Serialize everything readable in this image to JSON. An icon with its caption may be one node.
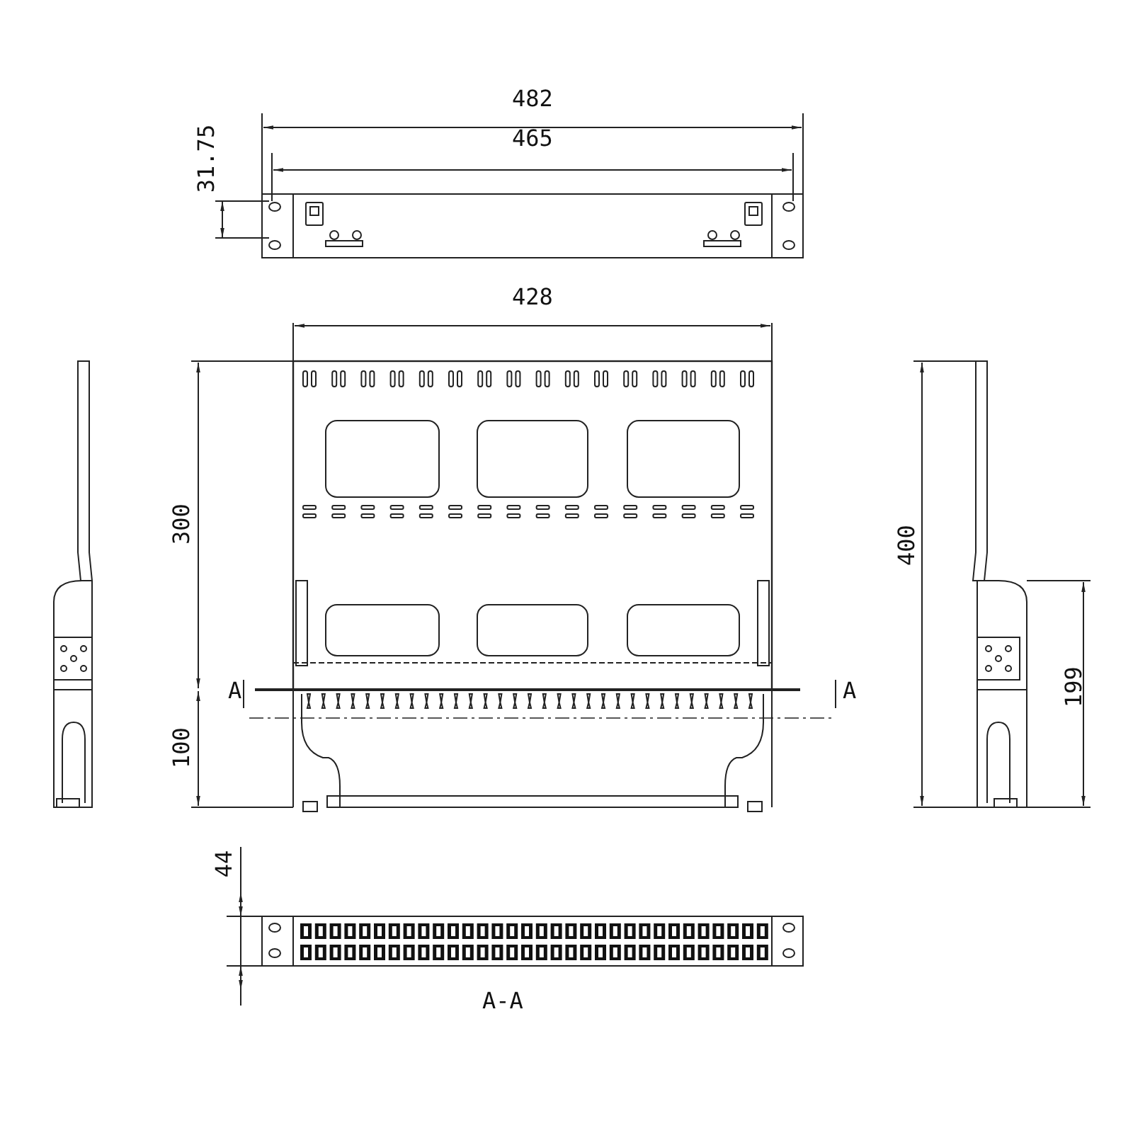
{
  "diagram": {
    "labels": [
      "482",
      "465",
      "31.75",
      "428",
      "300",
      "400",
      "199",
      "A",
      "A",
      "100",
      "44",
      "A-A"
    ]
  }
}
